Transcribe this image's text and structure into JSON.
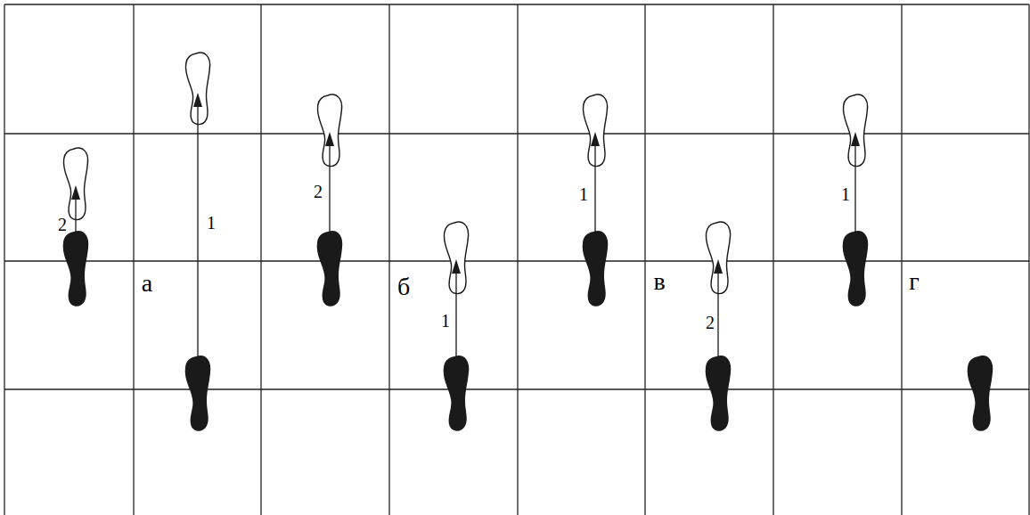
{
  "diagram": {
    "labels": [
      "2",
      "1",
      "а",
      "2",
      "1",
      "б",
      "1",
      "2",
      "в",
      "1",
      "г"
    ]
  }
}
